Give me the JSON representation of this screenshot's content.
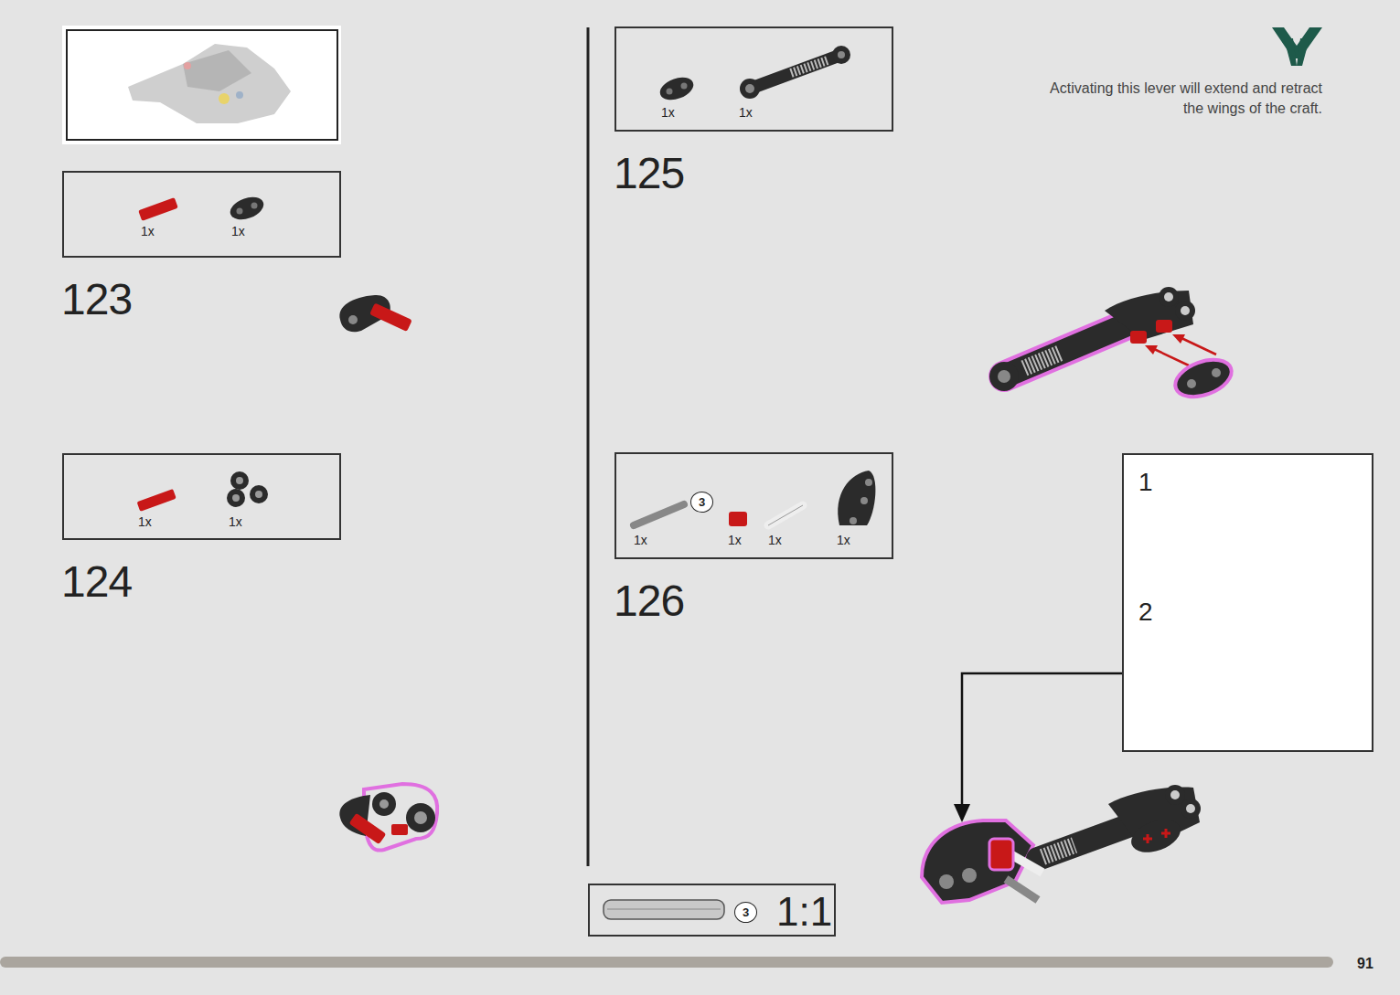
{
  "diagram": {
    "nodes": [
      {
        "text": [
          "1x",
          "1x"
        ]
      },
      {
        "text": [
          "1x",
          "1x"
        ]
      },
      {
        "text": [
          "1x",
          "1x"
        ]
      },
      {
        "text": [
          "1x",
          "1x",
          "1x",
          "1x"
        ]
      },
      {
        "text": [
          "3"
        ],
        "in": 3
      },
      {
        "text": [
          "1",
          "2"
        ]
      },
      {
        "text": [
          "1:1"
        ]
      },
      {
        "text": [
          "3"
        ],
        "in": 6
      }
    ],
    "labels": [
      "123",
      "124",
      "Activating this lever will extend and retract the wings of the craft.",
      "125",
      "126",
      "91"
    ]
  }
}
